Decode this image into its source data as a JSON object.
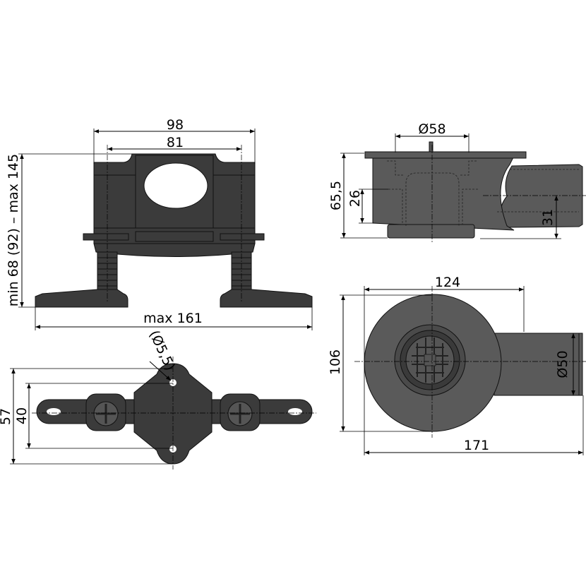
{
  "views": {
    "front": {
      "width_outer": "98",
      "width_inner": "81",
      "height_range": "min 68 (92) – max 145",
      "width_max": "max 161"
    },
    "side": {
      "grate_diameter": "Ø58",
      "total_height": "65,5",
      "outlet_low": "26",
      "outlet_axis": "31"
    },
    "top": {
      "body_width": "124",
      "body_depth": "106",
      "outlet_diameter": "Ø50",
      "total_length": "171"
    },
    "base": {
      "hole_diameter": "(Ø5,5)",
      "outer_spacing": "57",
      "inner_spacing": "40"
    }
  },
  "colors": {
    "part_dark": "#3b3b3b",
    "part_grey": "#5a5a5a"
  }
}
